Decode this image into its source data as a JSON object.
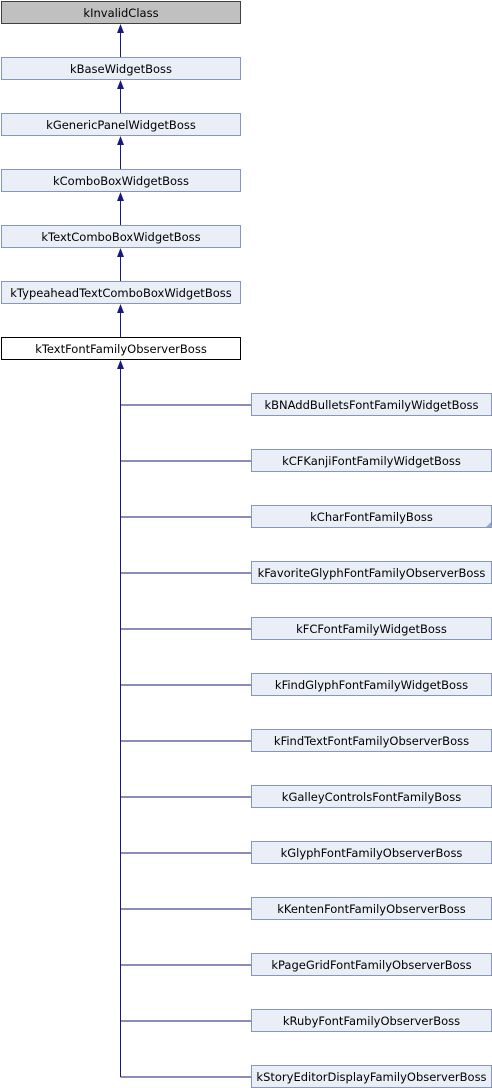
{
  "diagram": {
    "ancestors": [
      {
        "id": "kInvalidClass",
        "label": "kInvalidClass",
        "style": "grey"
      },
      {
        "id": "kBaseWidgetBoss",
        "label": "kBaseWidgetBoss",
        "style": "base"
      },
      {
        "id": "kGenericPanelWidgetBoss",
        "label": "kGenericPanelWidgetBoss",
        "style": "base"
      },
      {
        "id": "kComboBoxWidgetBoss",
        "label": "kComboBoxWidgetBoss",
        "style": "base"
      },
      {
        "id": "kTextComboBoxWidgetBoss",
        "label": "kTextComboBoxWidgetBoss",
        "style": "base"
      },
      {
        "id": "kTypeaheadTextComboBoxWidgetBoss",
        "label": "kTypeaheadTextComboBoxWidgetBoss",
        "style": "base"
      }
    ],
    "current": {
      "id": "kTextFontFamilyObserverBoss",
      "label": "kTextFontFamilyObserverBoss",
      "style": "current"
    },
    "children": [
      {
        "id": "kBNAddBulletsFontFamilyWidgetBoss",
        "label": "kBNAddBulletsFontFamilyWidgetBoss",
        "truncated": false
      },
      {
        "id": "kCFKanjiFontFamilyWidgetBoss",
        "label": "kCFKanjiFontFamilyWidgetBoss",
        "truncated": false
      },
      {
        "id": "kCharFontFamilyBoss",
        "label": "kCharFontFamilyBoss",
        "truncated": true
      },
      {
        "id": "kFavoriteGlyphFontFamilyObserverBoss",
        "label": "kFavoriteGlyphFontFamilyObserverBoss",
        "truncated": false
      },
      {
        "id": "kFCFontFamilyWidgetBoss",
        "label": "kFCFontFamilyWidgetBoss",
        "truncated": false
      },
      {
        "id": "kFindGlyphFontFamilyWidgetBoss",
        "label": "kFindGlyphFontFamilyWidgetBoss",
        "truncated": false
      },
      {
        "id": "kFindTextFontFamilyObserverBoss",
        "label": "kFindTextFontFamilyObserverBoss",
        "truncated": false
      },
      {
        "id": "kGalleyControlsFontFamilyBoss",
        "label": "kGalleyControlsFontFamilyBoss",
        "truncated": false
      },
      {
        "id": "kGlyphFontFamilyObserverBoss",
        "label": "kGlyphFontFamilyObserverBoss",
        "truncated": false
      },
      {
        "id": "kKentenFontFamilyObserverBoss",
        "label": "kKentenFontFamilyObserverBoss",
        "truncated": false
      },
      {
        "id": "kPageGridFontFamilyObserverBoss",
        "label": "kPageGridFontFamilyObserverBoss",
        "truncated": false
      },
      {
        "id": "kRubyFontFamilyObserverBoss",
        "label": "kRubyFontFamilyObserverBoss",
        "truncated": false
      },
      {
        "id": "kStoryEditorDisplayFamilyObserverBoss",
        "label": "kStoryEditorDisplayFamilyObserverBoss",
        "truncated": false
      }
    ],
    "colors": {
      "edge": "#19197a",
      "node_fill": "#e9eef7",
      "node_border": "#8496c4",
      "root_fill": "#c0c0c0",
      "current_border": "#000000"
    }
  }
}
